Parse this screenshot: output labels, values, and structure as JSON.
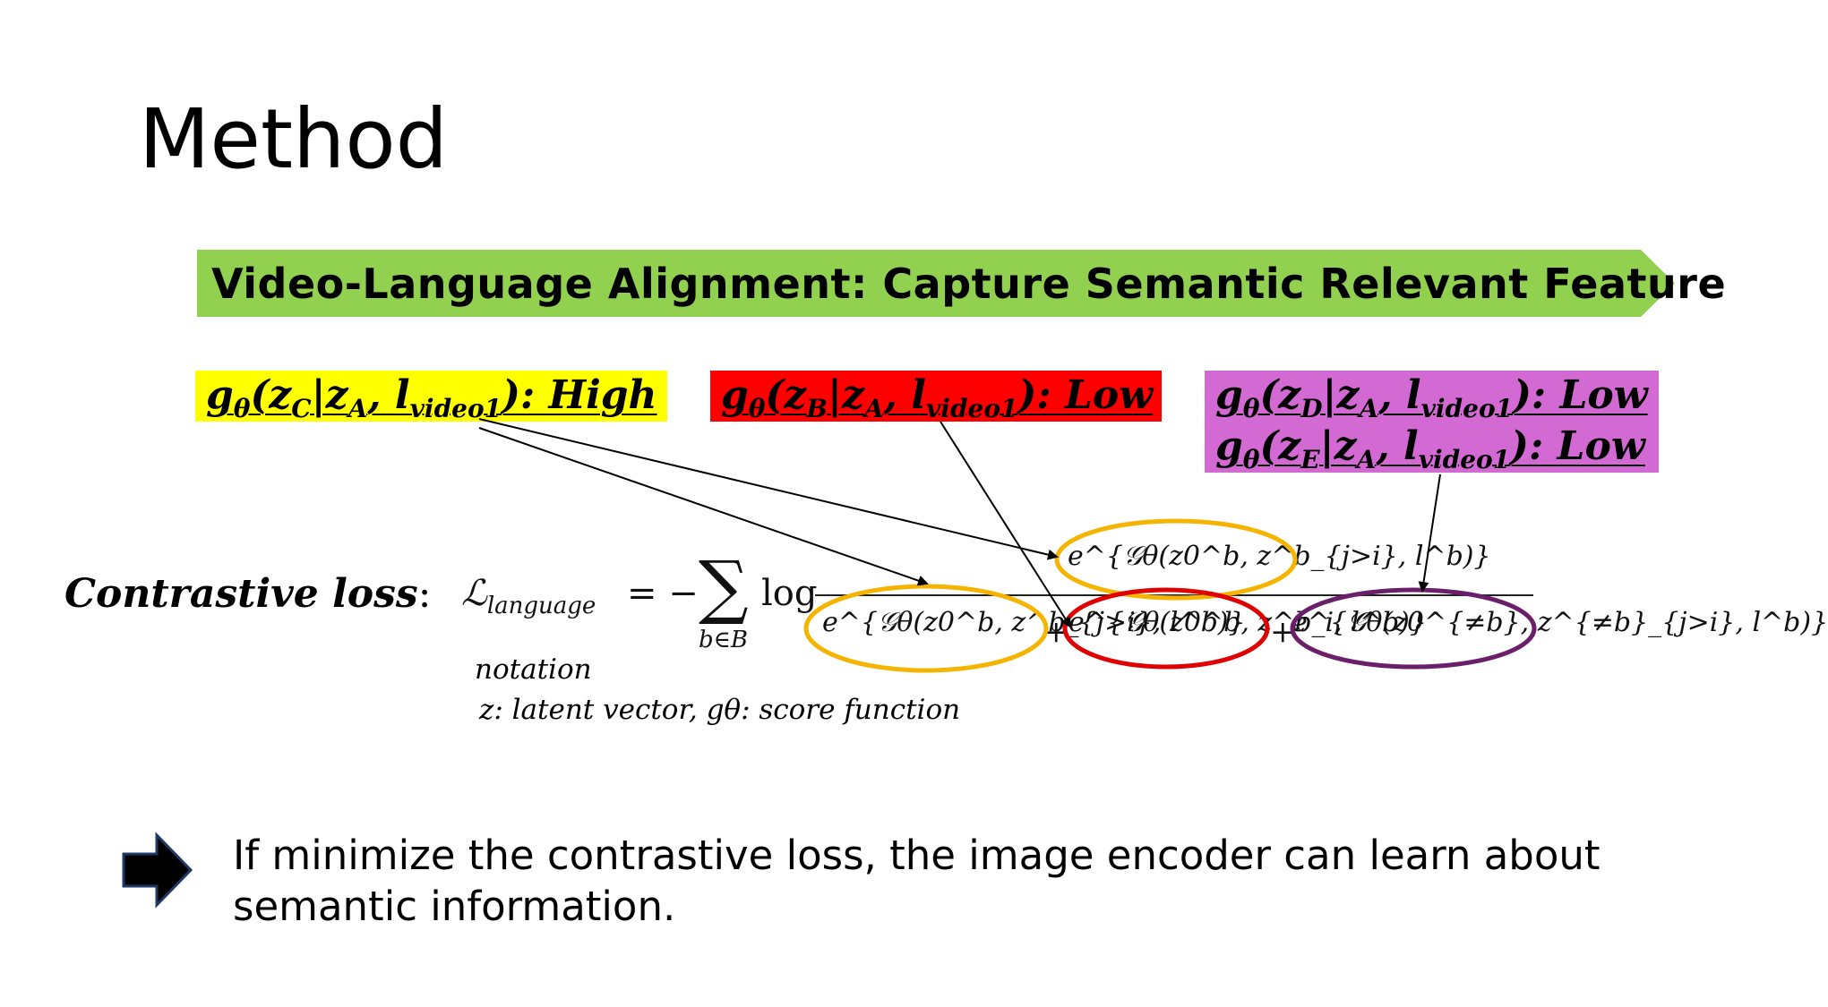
{
  "slide": {
    "title": "Method",
    "banner": "Video-Language Alignment: Capture Semantic Relevant Feature",
    "labels": {
      "c": {
        "func": "g",
        "theta": "θ",
        "open": "(z",
        "sub1": "C",
        "mid": "|z",
        "sub2": "A",
        "comma": ", l",
        "sub3": "video1",
        "close": "): High",
        "color": "#ffff00"
      },
      "b": {
        "func": "g",
        "theta": "θ",
        "open": "(z",
        "sub1": "B",
        "mid": "|z",
        "sub2": "A",
        "comma": ", l",
        "sub3": "video1",
        "close": "): Low",
        "color": "#ff0000"
      },
      "d": {
        "func": "g",
        "theta": "θ",
        "open": "(z",
        "sub1": "D",
        "mid": "|z",
        "sub2": "A",
        "comma": ", l",
        "sub3": "video1",
        "close": "): Low",
        "color": "#d36ad3"
      },
      "e": {
        "func": "g",
        "theta": "θ",
        "open": "(z",
        "sub1": "E",
        "mid": "|z",
        "sub2": "A",
        "comma": ", l",
        "sub3": "video1",
        "close": "): Low",
        "color": "#d36ad3"
      }
    },
    "loss": {
      "label": "Contrastive loss",
      "colon": ":",
      "lhs_symbol": "ℒ",
      "lhs_sub": "language",
      "equals_minus": "= −",
      "sigma": "∑",
      "sum_index": "b∈B",
      "log": "log",
      "numerator": "e^{𝒢θ(z0^b, z^b_{j>i}, l^b)}",
      "denominator_1": "e^{𝒢θ(z0^b, z^b_{j>i}, l^b)}",
      "plus": "+",
      "denominator_2": "e^{𝒢θ(z0^b, z^b_i, l^b)}",
      "denominator_3": "e^{𝒢θ(z0^{≠b}, z^{≠b}_{j>i}, l^b)}"
    },
    "notation": {
      "heading": "notation",
      "line": "z: latent vector, gθ: score function"
    },
    "conclusion": "If minimize the contrastive loss, the image encoder can learn about semantic information.",
    "colors": {
      "banner": "#92d050",
      "ellipse_positive": "#f5b400",
      "ellipse_hard_negative": "#e00000",
      "ellipse_negative": "#6b1f6b"
    }
  }
}
